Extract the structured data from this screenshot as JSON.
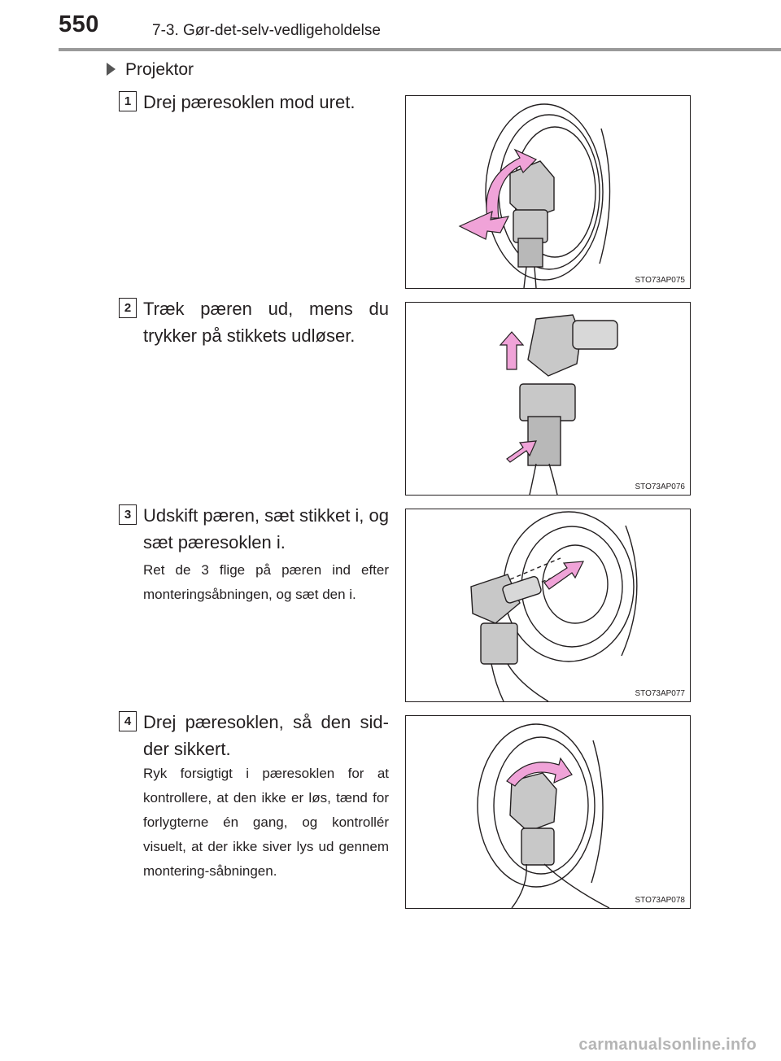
{
  "header": {
    "page_number": "550",
    "section_title": "7-3. Gør-det-selv-vedligeholdelse"
  },
  "subheading": "Projektor",
  "steps": [
    {
      "number": "1",
      "text": "Drej pæresoklen mod uret.",
      "note": "",
      "figure_code": "STO73AP075"
    },
    {
      "number": "2",
      "text": "Træk pæren ud, mens du trykker på stikkets udløser.",
      "note": "",
      "figure_code": "STO73AP076"
    },
    {
      "number": "3",
      "text": "Udskift pæren, sæt stikket i, og sæt pæresoklen i.",
      "note": "Ret de 3 flige på pæren ind efter monteringsåbningen, og sæt den i.",
      "figure_code": "STO73AP077"
    },
    {
      "number": "4",
      "text": "Drej pæresoklen, så den sid-der sikkert.",
      "note": "Ryk forsigtigt i pæresoklen for at kontrollere, at den ikke er løs, tænd for forlygterne én gang, og kontrollér visuelt, at der ikke siver lys ud gennem montering-såbningen.",
      "figure_code": "STO73AP078"
    }
  ],
  "watermark": "carmanualsonline.info",
  "colors": {
    "arrow_pink": "#f0a3d8",
    "part_gray": "#c8c8c8",
    "header_rule": "#9a9a9a"
  }
}
